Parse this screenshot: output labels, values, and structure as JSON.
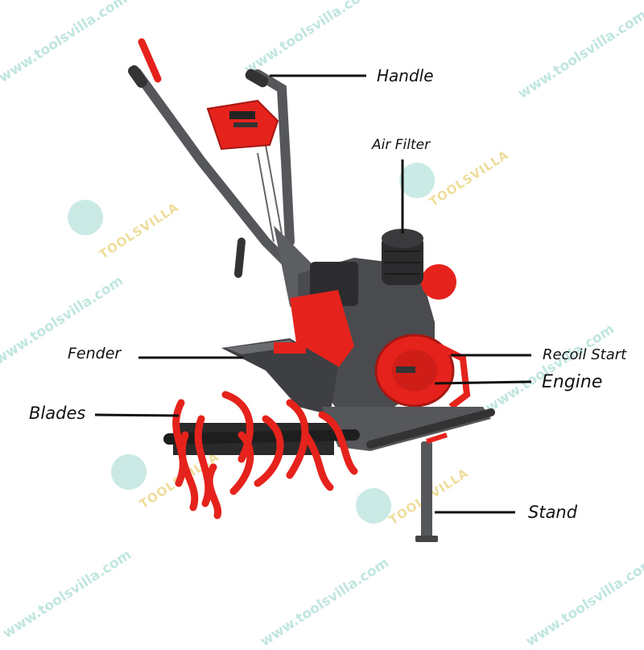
{
  "watermark": {
    "url_text": "www.toolsvilla.com",
    "brand_text": "TOOLSVILLA",
    "color": "#8fd3c8",
    "brand_color": "#e9d27a"
  },
  "labels": {
    "handle": "Handle",
    "air_filter": "Air Filter",
    "fender": "Fender",
    "recoil_start": "Recoil Start",
    "engine": "Engine",
    "blades": "Blades",
    "stand": "Stand"
  },
  "colors": {
    "body_red": "#e5221b",
    "frame_gray": "#55575b",
    "engine_dark": "#2c2c2e",
    "leader_line": "#111111"
  }
}
